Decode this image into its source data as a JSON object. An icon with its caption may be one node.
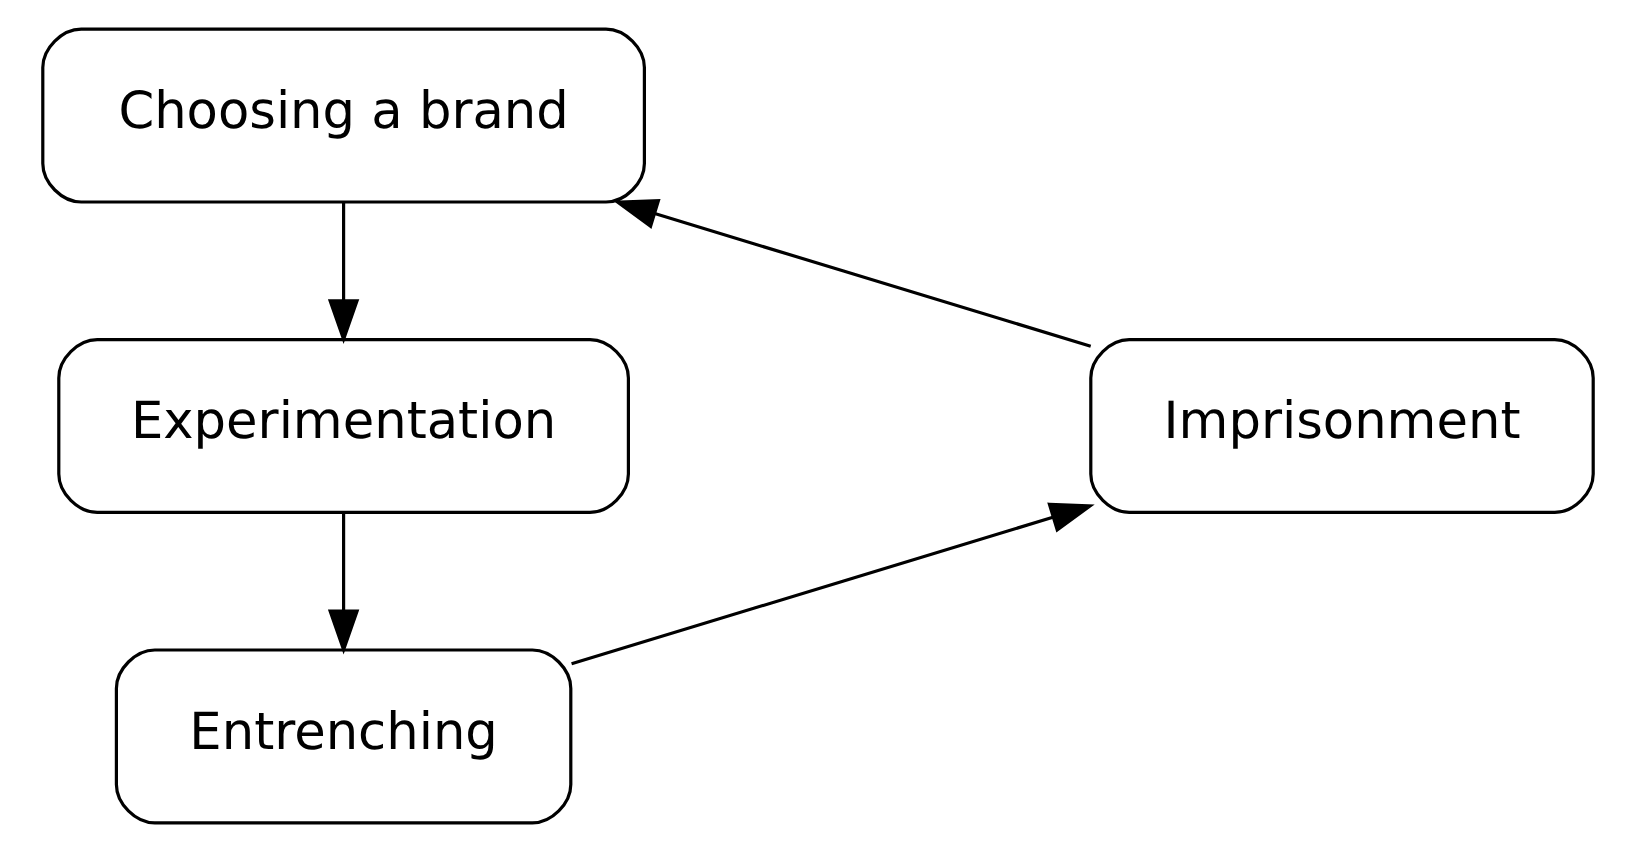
{
  "diagram": {
    "nodes": [
      {
        "text": [
          "Choosing a brand"
        ]
      },
      {
        "text": [
          "Experimentation"
        ]
      },
      {
        "text": [
          "Entrenching"
        ]
      },
      {
        "text": [
          "Imprisonment"
        ]
      }
    ],
    "edges": [
      {
        "from": 0,
        "to": 1,
        "arrow": "to"
      },
      {
        "from": 1,
        "to": 2,
        "arrow": "to"
      },
      {
        "from": 2,
        "to": 3,
        "arrow": "to"
      },
      {
        "from": 3,
        "to": 0,
        "arrow": "to"
      }
    ]
  }
}
